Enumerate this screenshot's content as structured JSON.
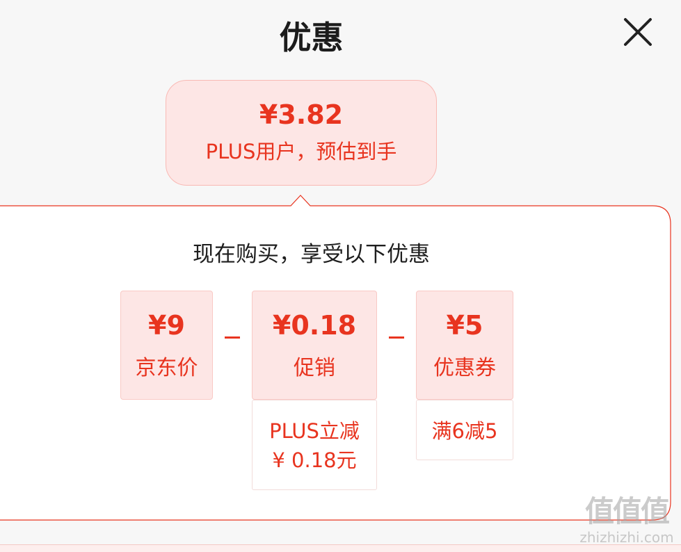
{
  "header": {
    "title": "优惠",
    "close_icon": "close-icon"
  },
  "estimate": {
    "price": "¥3.82",
    "subtitle": "PLUS用户，预估到手"
  },
  "panel": {
    "heading": "现在购买，享受以下优惠",
    "items": [
      {
        "amount": "¥9",
        "label": "京东价"
      },
      {
        "amount": "¥0.18",
        "label": "促销",
        "detail_line1": "PLUS立减",
        "detail_line2": "¥ 0.18元"
      },
      {
        "amount": "¥5",
        "label": "优惠券",
        "detail_line1": "满6减5"
      }
    ],
    "operators": [
      "−",
      "−"
    ]
  },
  "colors": {
    "accent": "#e8341f",
    "card_background": "#fde6e5",
    "card_border": "#f9c9c5",
    "panel_border": "#e8341f",
    "page_background": "#f7f7f7"
  },
  "watermark": {
    "glyphs": "值值值",
    "text": "zhizhizhi.com"
  }
}
